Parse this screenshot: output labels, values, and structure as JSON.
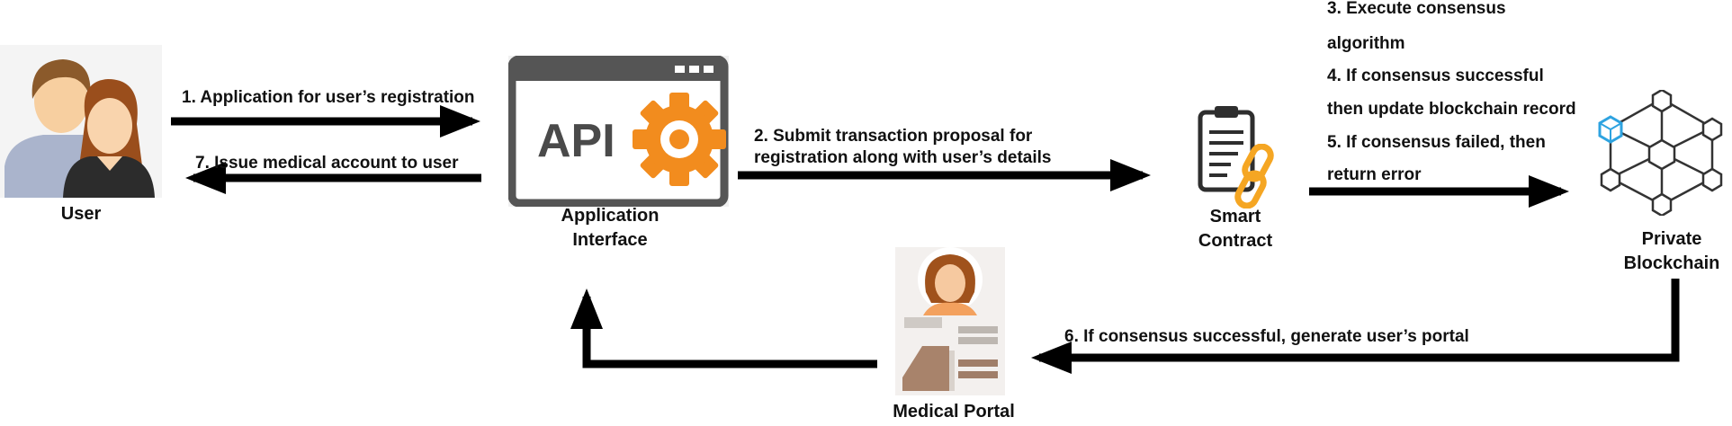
{
  "nodes": {
    "user": "User",
    "api_line1": "Application",
    "api_line2": "Interface",
    "api_badge": "API",
    "smart_line1": "Smart",
    "smart_line2": "Contract",
    "chain_line1": "Private",
    "chain_line2": "Blockchain",
    "portal": "Medical Portal"
  },
  "steps": {
    "s1": "1. Application  for user’s registration",
    "s7": "7. Issue medical account to user",
    "s2_line1": "2. Submit transaction proposal for",
    "s2_line2": "registration along  with user’s details",
    "s3_line1": "3. Execute consensus",
    "s3_line2": "algorithm",
    "s4_line1": "4. If consensus successful",
    "s4_line2": "then update blockchain record",
    "s5_line1": "5. If consensus failed, then",
    "s5_line2": "return error",
    "s6": "6. If consensus successful, generate user’s portal"
  },
  "icons": [
    "users-icon",
    "api-window-icon",
    "gear-icon",
    "smart-contract-icon",
    "chain-link-icon",
    "blockchain-cubes-icon",
    "portal-user-icon"
  ],
  "colors": {
    "api_orange": "#f28c1e",
    "api_gray": "#4a4a4a",
    "link_orange": "#f5a623",
    "cube_blue": "#2ea3e0",
    "arrow": "#000000"
  }
}
